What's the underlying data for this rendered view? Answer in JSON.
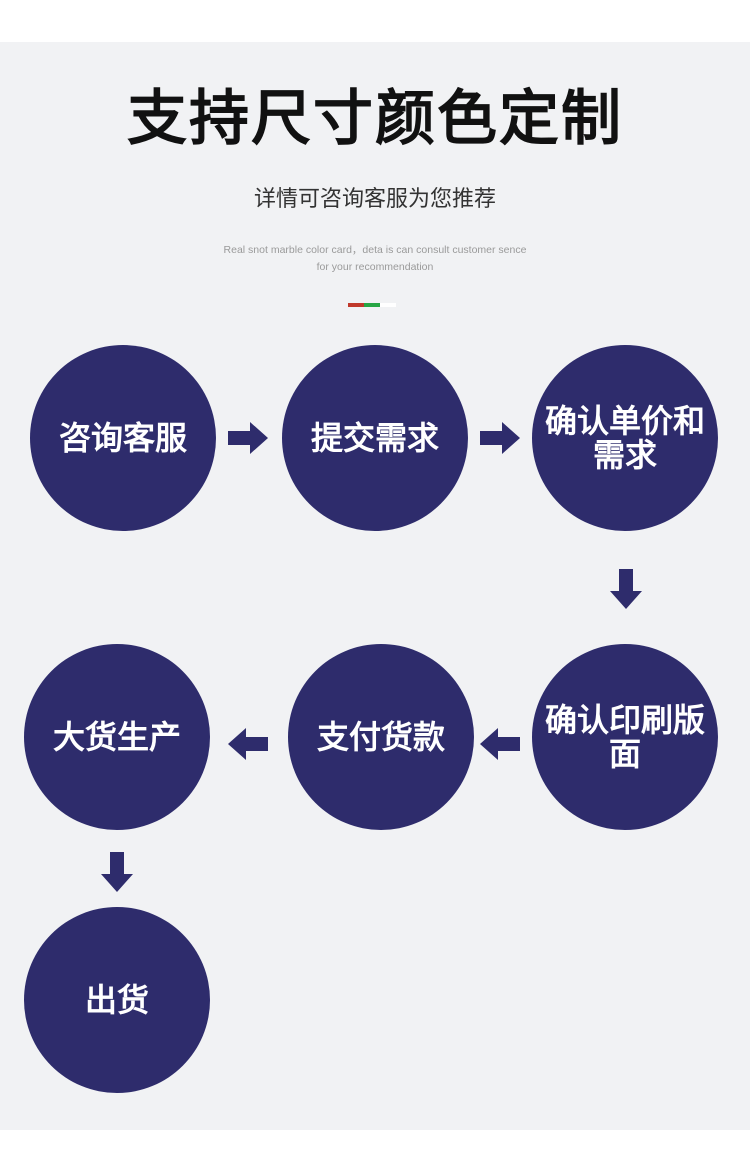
{
  "header": {
    "title": "支持尺寸颜色定制",
    "subtitle": "详情可咨询客服为您推荐",
    "english_line1": "Real snot marble color card，deta is can consult customer sence",
    "english_line2": "for your recommendation"
  },
  "colors": {
    "circle": "#2e2c6c",
    "arrow": "#2e2c6c",
    "background": "#f1f2f4",
    "divider": [
      "#c0392b",
      "#27a644",
      "#ffffff"
    ]
  },
  "steps": [
    {
      "label": "咨询客服"
    },
    {
      "label": "提交需求"
    },
    {
      "label": "确认单价和需求"
    },
    {
      "label": "确认印刷版面"
    },
    {
      "label": "支付货款"
    },
    {
      "label": "大货生产"
    },
    {
      "label": "出货"
    }
  ],
  "arrows": [
    "arrow-right-icon",
    "arrow-right-icon",
    "arrow-down-icon",
    "arrow-left-icon",
    "arrow-left-icon",
    "arrow-down-icon"
  ]
}
